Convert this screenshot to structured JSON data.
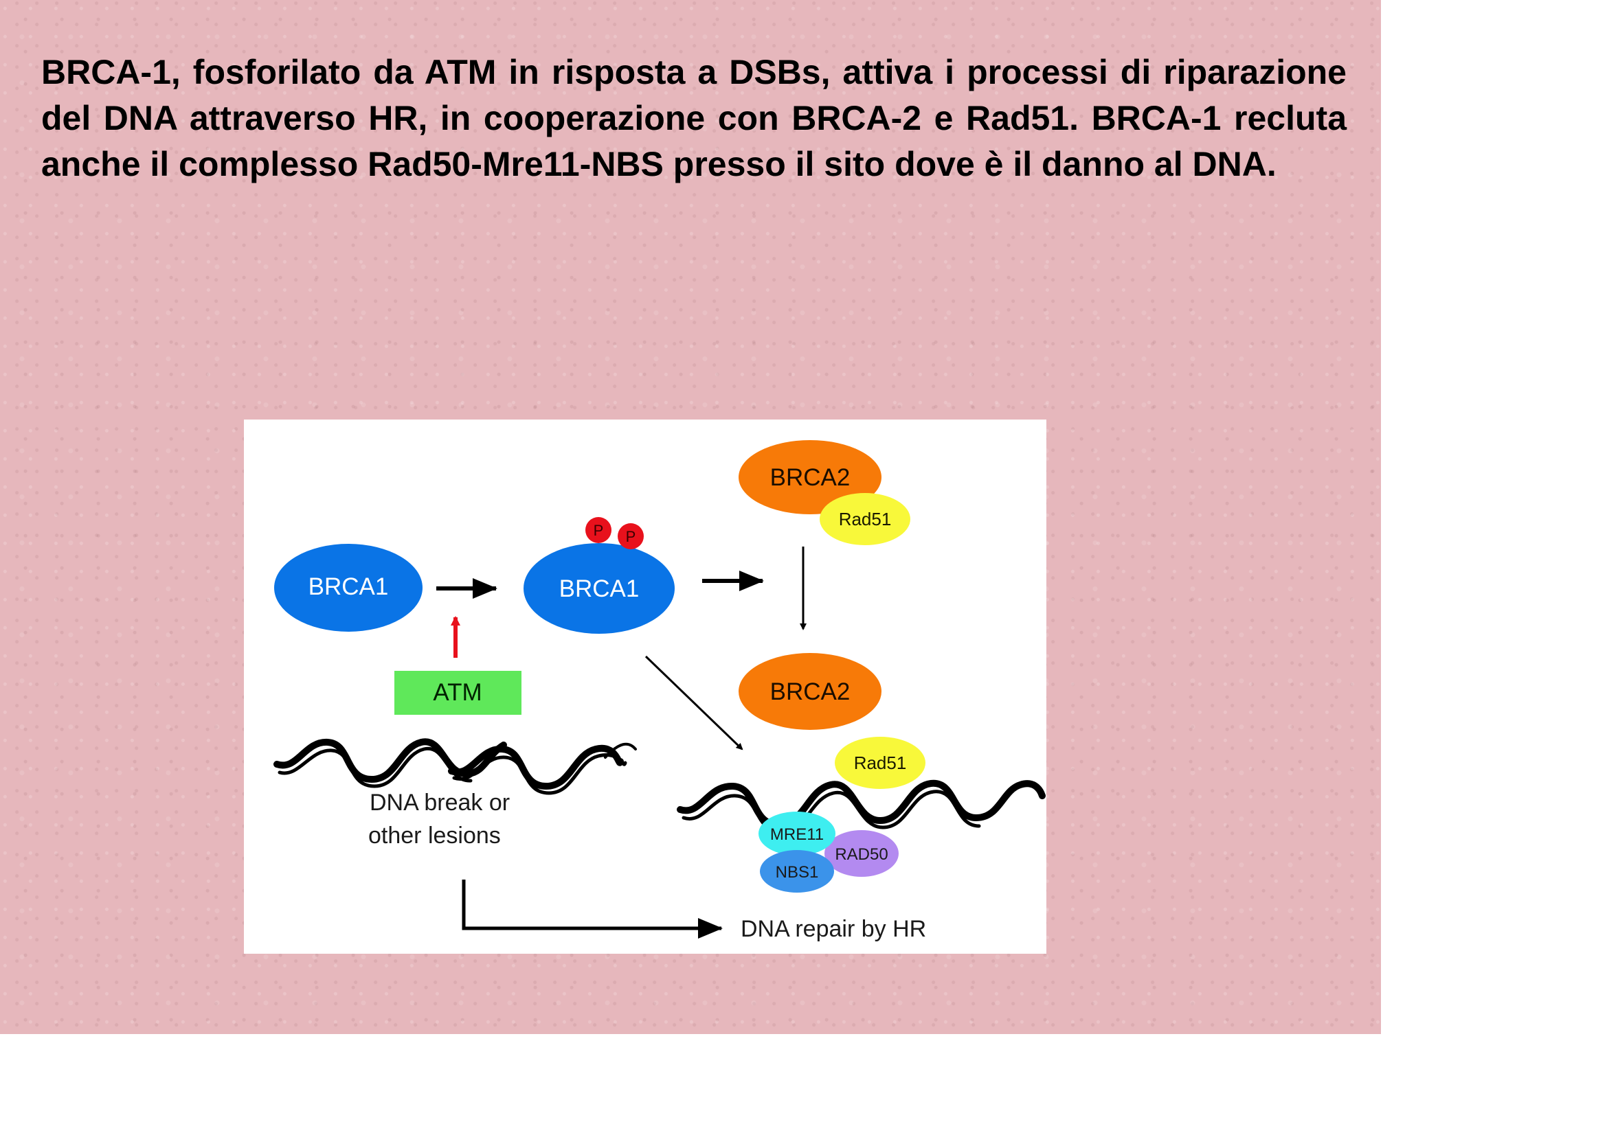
{
  "slide": {
    "title": "BRCA-1, fosforilato da ATM in risposta a DSBs, attiva i processi di riparazione del DNA attraverso HR, in cooperazione con BRCA-2 e Rad51. BRCA-1 recluta anche il complesso Rad50-Mre11-NBS presso il sito dove è il danno al DNA."
  },
  "diagram": {
    "brca1_inactive": "BRCA1",
    "brca1_active": "BRCA1",
    "phospho_1": "P",
    "phospho_2": "P",
    "brca2_top": "BRCA2",
    "rad51_top": "Rad51",
    "brca2_bottom": "BRCA2",
    "rad51_bottom": "Rad51",
    "atm": "ATM",
    "lesion_line1": "DNA break or",
    "lesion_line2": "other lesions",
    "mre11": "MRE11",
    "rad50": "RAD50",
    "nbs1": "NBS1",
    "outcome": "DNA repair by HR"
  },
  "colors": {
    "background": "#e6b7bc",
    "brca1": "#0a74e6",
    "brca2": "#f77a08",
    "rad51": "#f8f83a",
    "atm": "#5fe85a",
    "phospho": "#e8111c",
    "mre11": "#3eeef0",
    "nbs1": "#3b93ea",
    "rad50": "#b38af0",
    "activation_arrow": "#e8111c"
  }
}
